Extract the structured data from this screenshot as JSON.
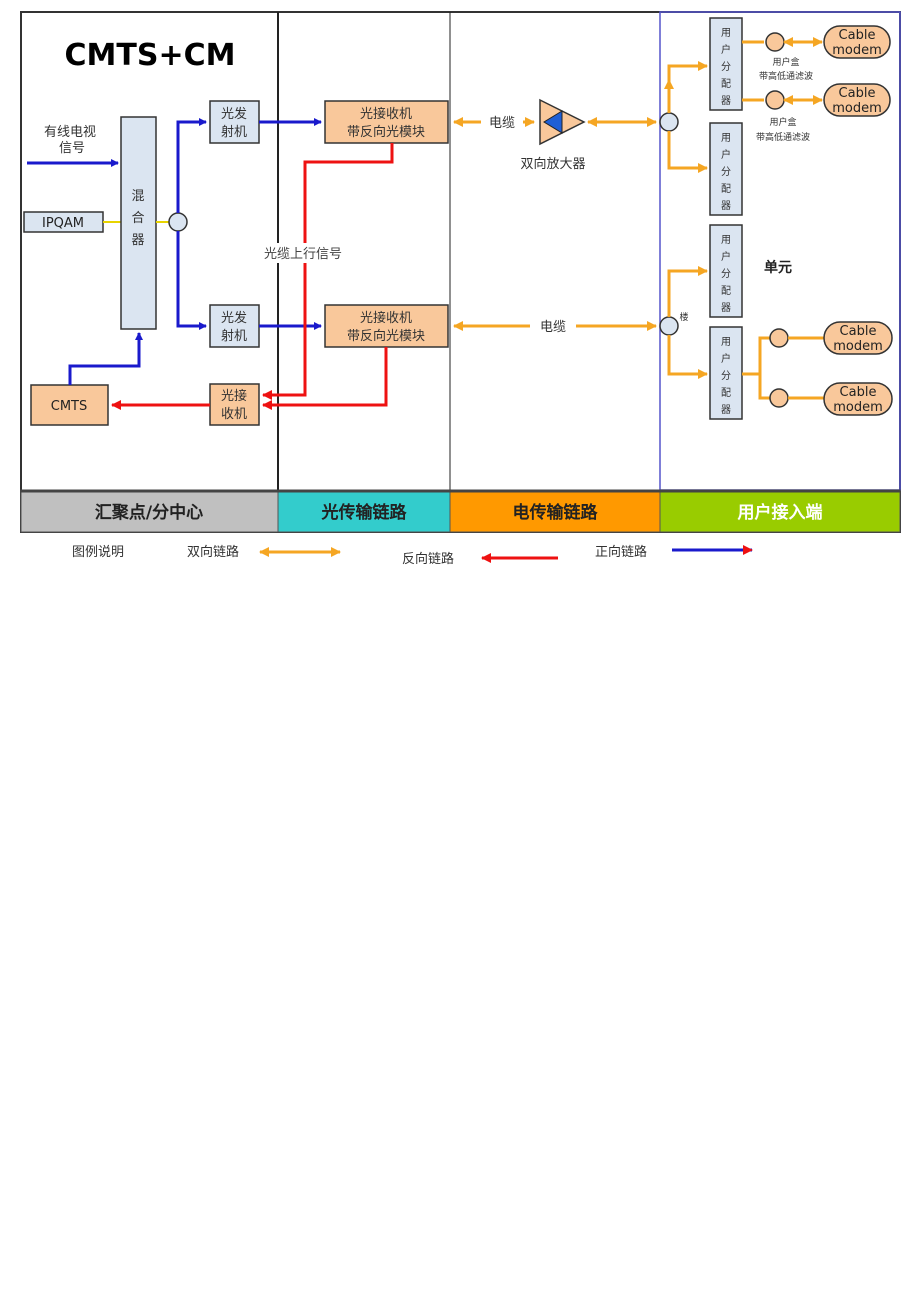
{
  "title": "CMTS+CM",
  "zones": [
    {
      "label": "汇聚点/分中心",
      "color": "#c0c0c0"
    },
    {
      "label": "光传输链路",
      "color": "#33cccc"
    },
    {
      "label": "电传输链路",
      "color": "#ff9900"
    },
    {
      "label": "用户接入端",
      "color": "#99cc00"
    }
  ],
  "headend": {
    "catv_line1": "有线电视",
    "catv_line2": "信号",
    "ipqam": "IPQAM",
    "mixer": [
      "混",
      "合",
      "器"
    ],
    "cmts": "CMTS",
    "tx_top": [
      "光发",
      "射机"
    ],
    "tx_bottom": [
      "光发",
      "射机"
    ],
    "rx": [
      "光接",
      "收机"
    ]
  },
  "optical": {
    "node_top": [
      "光接收机",
      "带反向光模块"
    ],
    "node_bottom": [
      "光接收机",
      "带反向光模块"
    ],
    "upstream_label": "光缆上行信号"
  },
  "electrical": {
    "cable_label_top": "电缆",
    "amplifier_label": "双向放大器",
    "cable_label_bottom": "电缆"
  },
  "user_end": {
    "splitter": [
      "用",
      "户",
      "分",
      "配",
      "器"
    ],
    "note_top_1": "用户盒",
    "note_top_2": "带高低通滤波",
    "note_bottom_1": "用户盒",
    "note_bottom_2": "带高低通滤波",
    "unit_label": "单元",
    "small_label": "楼",
    "modem_line1": "Cable",
    "modem_line2": "modem"
  },
  "legend": {
    "title": "图例说明",
    "bidirectional": "双向链路",
    "reverse": "反向链路",
    "forward": "正向链路"
  },
  "colors": {
    "forward": "#1a1acc",
    "reverse": "#ee1111",
    "bidirectional": "#f5a623",
    "device_orange": "#f9c89b",
    "device_blue": "#dbe5f1",
    "splitter_border": "#7b8aa8",
    "user_border": "#5555cc"
  }
}
